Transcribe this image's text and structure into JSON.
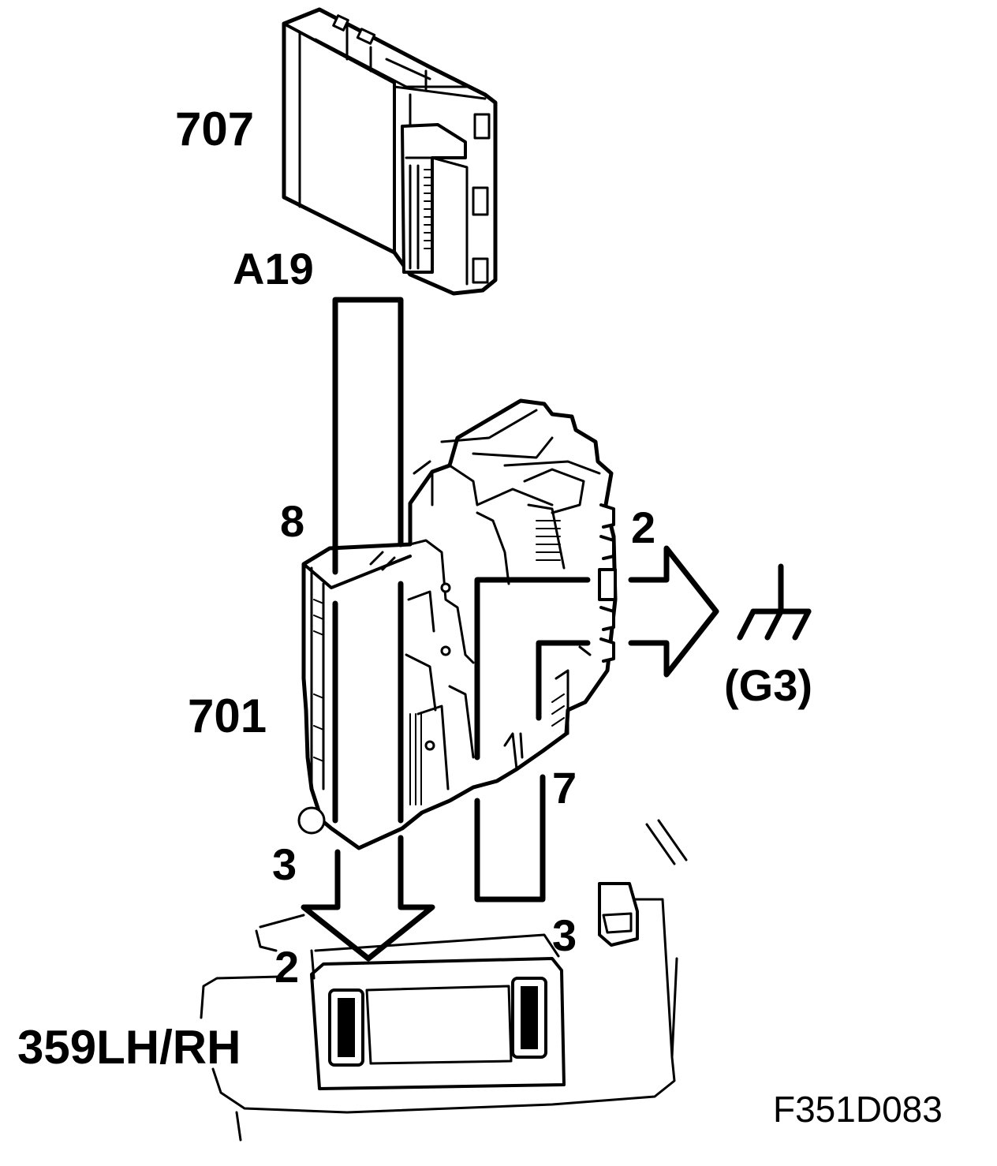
{
  "labels": {
    "module_top": "707",
    "connector_top": "A19",
    "pin_8": "8",
    "unit_middle": "701",
    "pin_2_ground": "2",
    "ground_ref": "(G3)",
    "pin_7": "7",
    "pin_3_left": "3",
    "pin_3_right": "3",
    "pin_2_bottom": "2",
    "lamp": "359LH/RH",
    "figure_code": "F351D083"
  },
  "colors": {
    "ink": "#000000",
    "paper": "#ffffff"
  }
}
